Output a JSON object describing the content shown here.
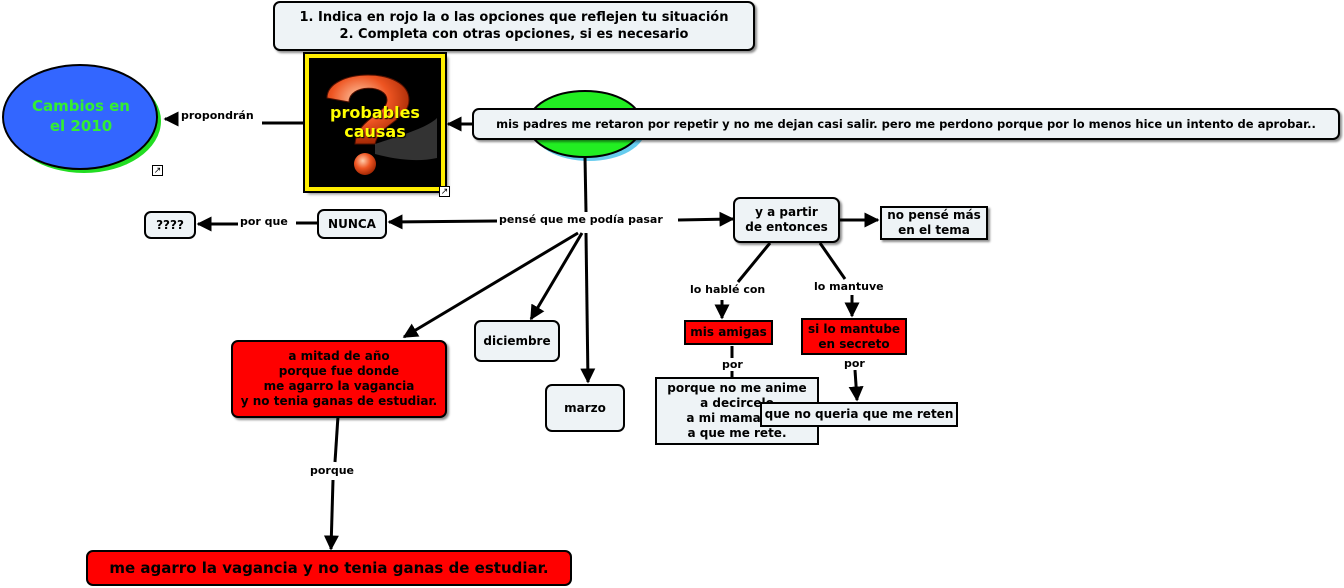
{
  "instructions": {
    "line1": "1. Indica en rojo la o las opciones que reflejen tu situación",
    "line2": "2. Completa con otras opciones, si es necesario"
  },
  "nodes": {
    "cambios": "Cambios en\nel 2010",
    "probables": "probables\ncausas",
    "padres": "mis padres me retaron por repetir y no me dejan casi salir. pero me perdono porque por lo menos hice un intento de aprobar..",
    "nunca": "NUNCA",
    "question": "????",
    "apartir": "y a partir\nde entonces",
    "nopense": "no pensé más\nen el tema",
    "mitad": "a mitad de año\nporque fue donde\nme agarro la vagancia\ny no tenia ganas de estudiar.",
    "diciembre": "diciembre",
    "marzo": "marzo",
    "amigas": "mis amigas",
    "secreto": "si lo mantube\nen secreto",
    "anime": "porque no me anime\na decircelo\na mi mama por\na que me rete.",
    "reten": "que no queria que me reten",
    "vagancia": "me agarro la vagancia y no tenia ganas de estudiar."
  },
  "links": {
    "propondran": "propondrán",
    "porque_nunca": "por que",
    "pense": "pensé que me podía pasar",
    "hable": "lo hablé con",
    "mantuve": "lo mantuve",
    "por1": "por",
    "por2": "por",
    "porque": "porque"
  },
  "colors": {
    "red": "#ff0000",
    "node_bg": "#eef3f6",
    "cambios_fill": "#3366ff",
    "cambios_text": "#33ee33",
    "green_fill": "#22ee22",
    "probables_text": "#ffff00"
  },
  "icons": {
    "question_mark": "question-mark-image",
    "shortcut": "shortcut-arrow-icon"
  }
}
